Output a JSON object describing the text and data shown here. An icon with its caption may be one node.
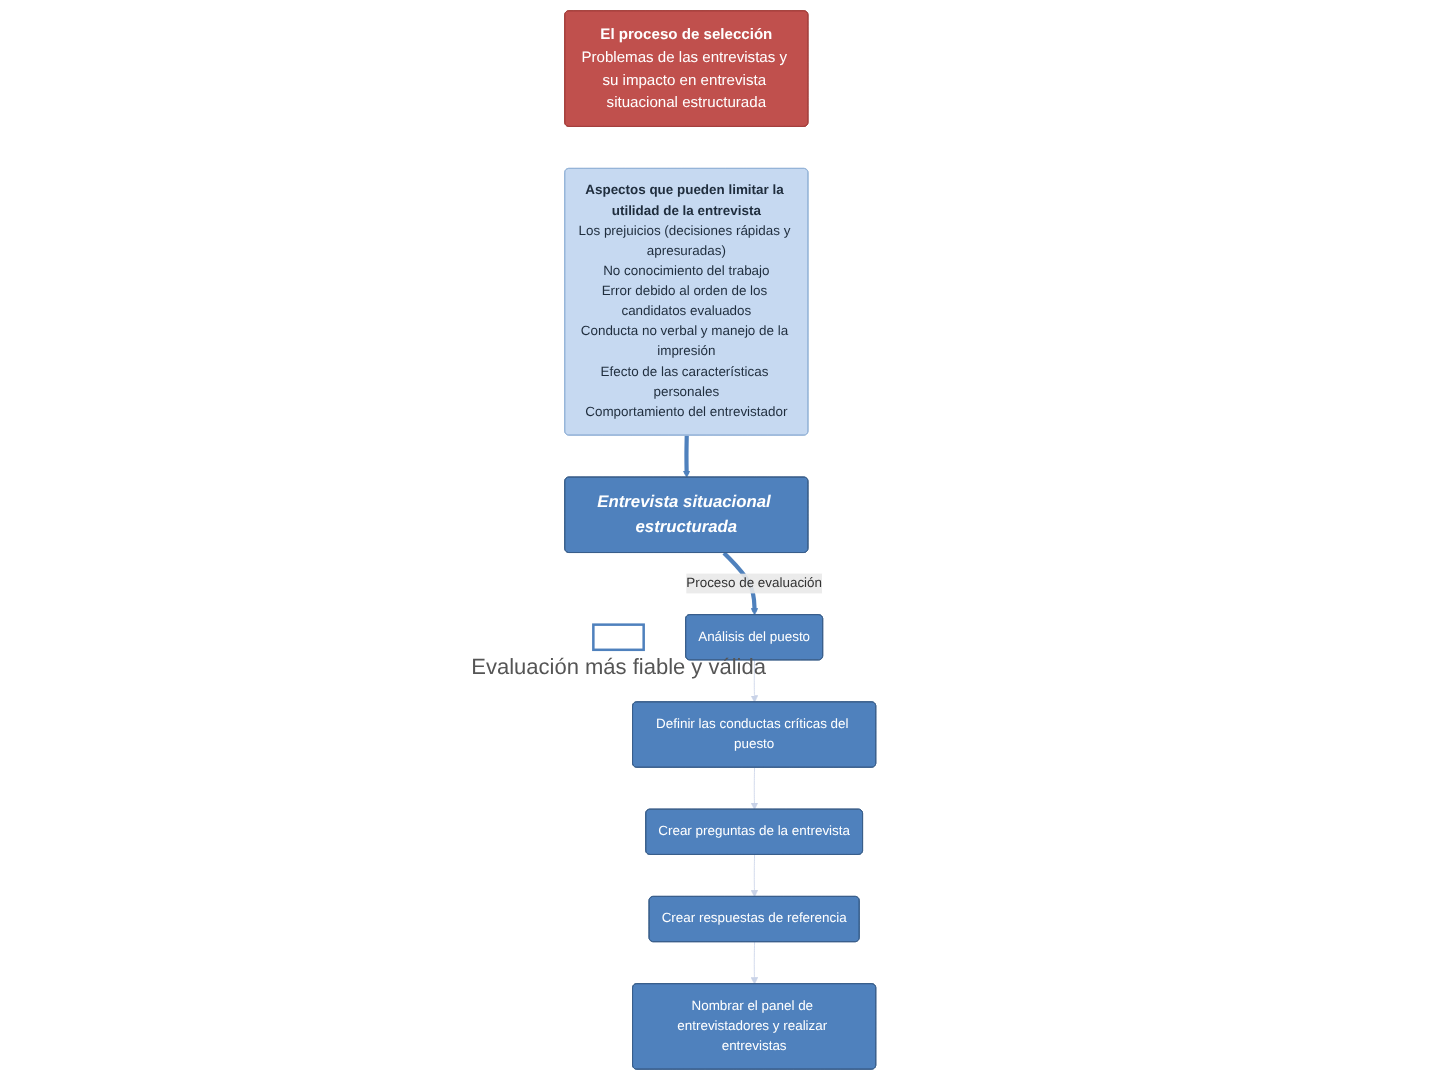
{
  "diagram": {
    "nodes": [
      {
        "text": [
          "El proceso de selección",
          "Problemas de las entrevistas y su impacto en entrevista situacional estructurada"
        ]
      },
      {
        "text": [
          "Aspectos que pueden limitar la utilidad de la entrevista",
          "Los prejuicios (decisiones rápidas y apresuradas)",
          "No conocimiento del trabajo",
          "Error debido al orden de los candidatos evaluados",
          "Conducta no verbal y manejo de la impresión",
          "Efecto de las características personales",
          "Comportamiento del entrevistador"
        ]
      },
      {
        "text": [
          "Entrevista situacional estructurada"
        ]
      },
      {
        "text": [],
        "shape": "box",
        "beside": [
          "Evaluación más fiable y válida"
        ]
      },
      {
        "text": [
          "Análisis del puesto"
        ]
      },
      {
        "text": [
          "Definir las conductas críticas del puesto"
        ]
      },
      {
        "text": [
          "Crear preguntas de la entrevista"
        ]
      },
      {
        "text": [
          "Crear respuestas de referencia"
        ]
      },
      {
        "text": [
          "Nombrar el panel de entrevistadores y realizar entrevistas"
        ]
      }
    ],
    "edges": [
      {
        "from": 1,
        "to": 2,
        "arrow": "to",
        "style": "thick",
        "color": "#4f81bd"
      },
      {
        "from": 2,
        "to": 4,
        "arrow": "to",
        "label": "Proceso de evaluación",
        "style": "thick",
        "color": "#4f81bd"
      },
      {
        "from": 4,
        "to": 5,
        "arrow": "to"
      },
      {
        "from": 5,
        "to": 6,
        "arrow": "to"
      },
      {
        "from": 6,
        "to": 7,
        "arrow": "to"
      },
      {
        "from": 7,
        "to": 8,
        "arrow": "to"
      }
    ]
  }
}
